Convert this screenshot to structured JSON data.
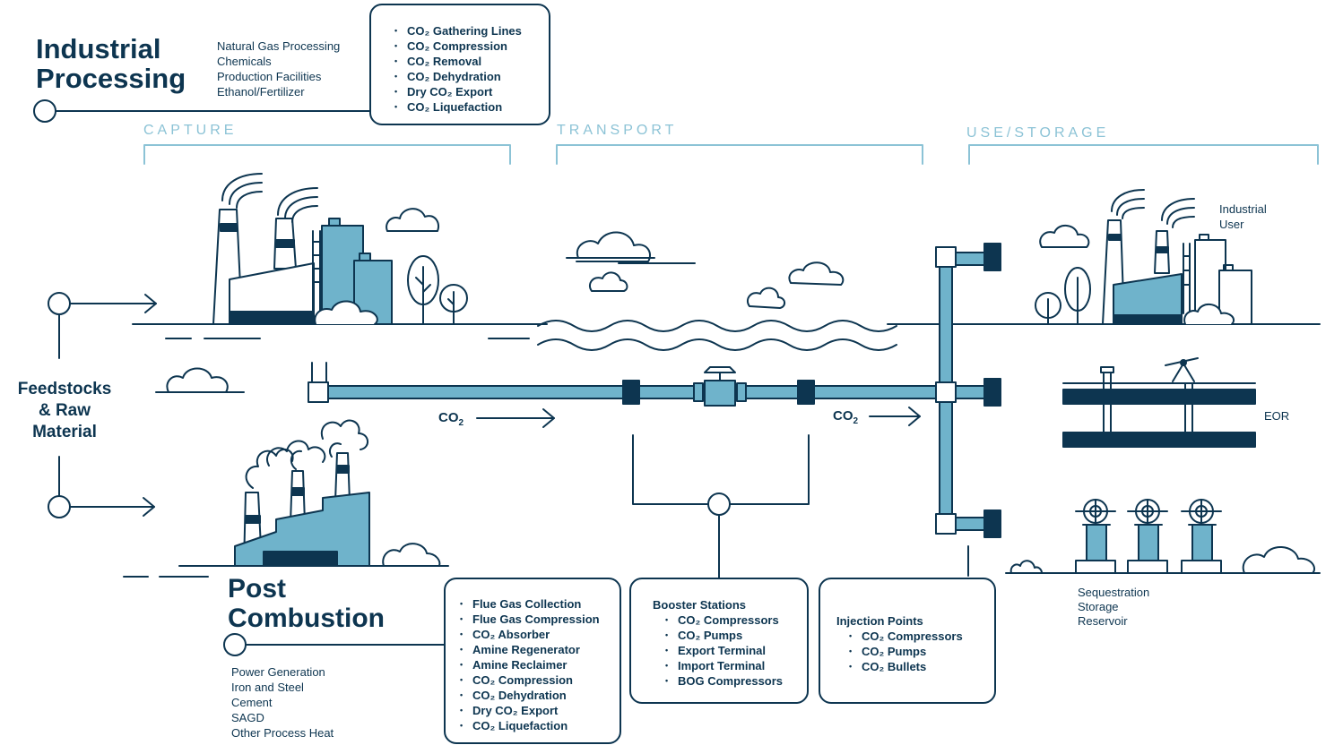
{
  "stages": {
    "capture": "CAPTURE",
    "transport": "TRANSPORT",
    "use_storage": "USE/STORAGE"
  },
  "industrial": {
    "title_line1": "Industrial",
    "title_line2": "Processing",
    "sources": [
      "Natural Gas Processing",
      "Chemicals",
      "Production Facilities",
      "Ethanol/Fertilizer"
    ],
    "process_items": [
      "CO₂ Gathering Lines",
      "CO₂ Compression",
      "CO₂ Removal",
      "CO₂ Dehydration",
      "Dry CO₂ Export",
      "CO₂ Liquefaction"
    ]
  },
  "feedstocks": {
    "line1": "Feedstocks",
    "line2": "& Raw",
    "line3": "Material"
  },
  "post_combustion": {
    "title_line1": "Post",
    "title_line2": "Combustion",
    "sources": [
      "Power Generation",
      "Iron and Steel",
      "Cement",
      "SAGD",
      "Other Process Heat"
    ],
    "process_items": [
      "Flue Gas Collection",
      "Flue Gas Compression",
      "CO₂ Absorber",
      "Amine Regenerator",
      "Amine Reclaimer",
      "CO₂ Compression",
      "CO₂ Dehydration",
      "Dry CO₂ Export",
      "CO₂ Liquefaction"
    ]
  },
  "booster": {
    "title": "Booster Stations",
    "items": [
      "CO₂ Compressors",
      "CO₂ Pumps",
      "Export Terminal",
      "Import Terminal",
      "BOG Compressors"
    ]
  },
  "injection": {
    "title": "Injection Points",
    "items": [
      "CO₂ Compressors",
      "CO₂ Pumps",
      "CO₂ Bullets"
    ]
  },
  "flow_labels": {
    "co2_left": "CO",
    "co2_right": "CO",
    "sub": "2"
  },
  "use": {
    "industrial_user_line1": "Industrial",
    "industrial_user_line2": "User",
    "eor": "EOR",
    "sequestration": [
      "Sequestration",
      "Storage",
      "Reservoir"
    ]
  },
  "colors": {
    "navy": "#0d3550",
    "pipe": "#6fb3cb",
    "pale": "#8cc3d6"
  }
}
